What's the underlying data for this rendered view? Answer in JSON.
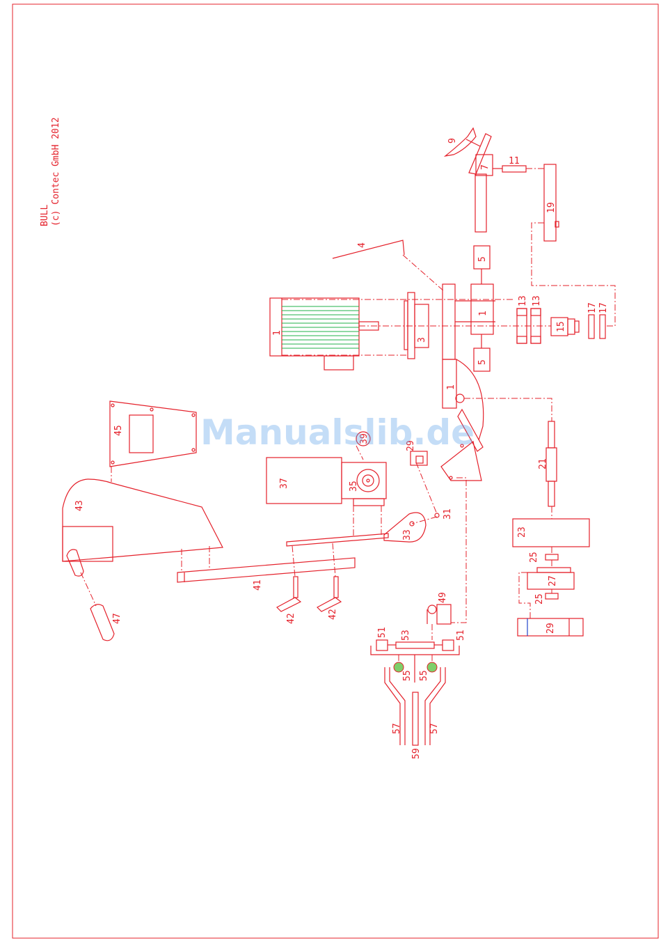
{
  "title": {
    "name": "BULL",
    "copyright": "(c) Contec GmbH 2012"
  },
  "watermark": "Manualslib.de",
  "colors": {
    "line": "#e4202a",
    "accent": "#22b24a",
    "watermark": "#5aa0ea"
  },
  "part_labels": {
    "p1a": "1",
    "p1b": "1",
    "p1c": "1",
    "p3": "3",
    "p4": "4",
    "p5a": "5",
    "p5b": "5",
    "p7": "7",
    "p9": "9",
    "p11": "11",
    "p13a": "13",
    "p13b": "13",
    "p15": "15",
    "p17a": "17",
    "p17b": "17",
    "p19": "19",
    "p21": "21",
    "p23": "23",
    "p25a": "25",
    "p25b": "25",
    "p27": "27",
    "p29a": "29",
    "p29b": "29",
    "p31": "31",
    "p33": "33",
    "p35": "35",
    "p37": "37",
    "p39": "39",
    "p41": "41",
    "p42a": "42",
    "p42b": "42",
    "p43": "43",
    "p45": "45",
    "p47": "47",
    "p49": "49",
    "p51a": "51",
    "p51b": "51",
    "p53": "53",
    "p55a": "55",
    "p55b": "55",
    "p57a": "57",
    "p57b": "57",
    "p59": "59"
  }
}
